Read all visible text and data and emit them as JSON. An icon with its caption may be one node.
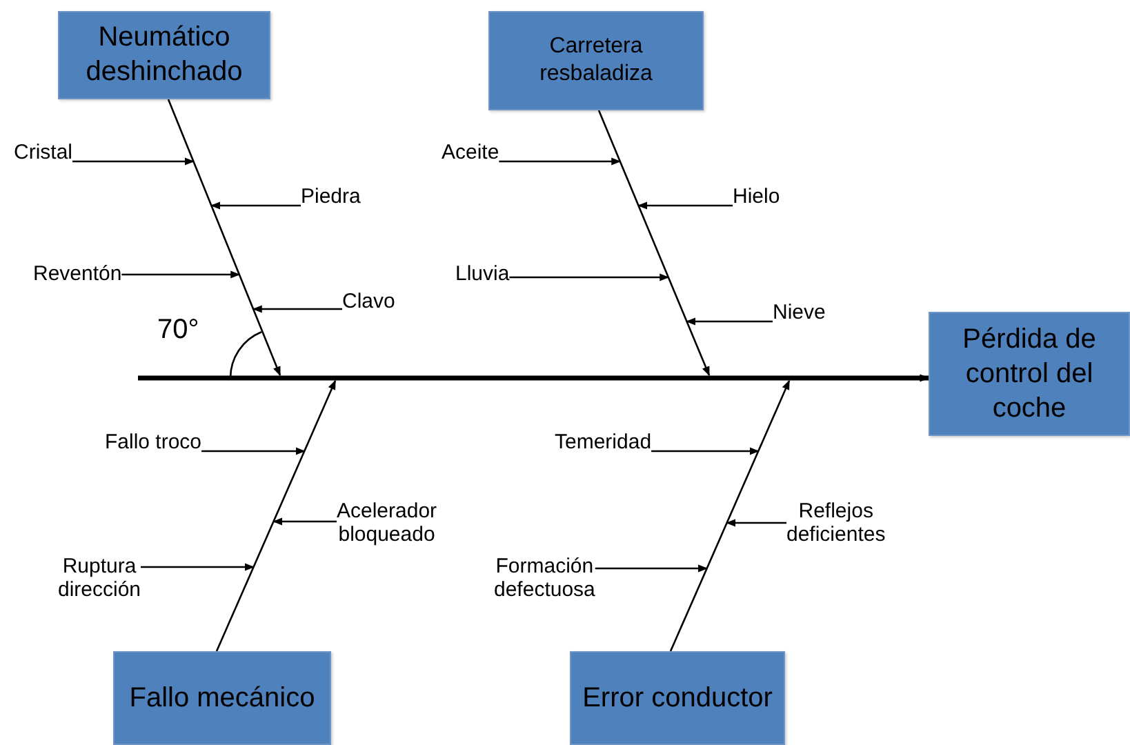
{
  "diagram": {
    "nodes": [
      {
        "text": [
          "Neumático deshinchado"
        ]
      },
      {
        "text": [
          "Carretera resbaladiza"
        ]
      },
      {
        "text": [
          "Pérdida de control del coche"
        ]
      },
      {
        "text": [
          "Fallo mecánico"
        ]
      },
      {
        "text": [
          "Error conductor"
        ]
      },
      {
        "text": [
          "Cristal"
        ]
      },
      {
        "text": [
          "Piedra"
        ]
      },
      {
        "text": [
          "Reventón"
        ]
      },
      {
        "text": [
          "Clavo"
        ]
      },
      {
        "text": [
          "Aceite"
        ]
      },
      {
        "text": [
          "Hielo"
        ]
      },
      {
        "text": [
          "Lluvia"
        ]
      },
      {
        "text": [
          "Nieve"
        ]
      },
      {
        "text": [
          "Fallo troco"
        ]
      },
      {
        "text": [
          "Acelerador bloqueado"
        ]
      },
      {
        "text": [
          "Ruptura dirección"
        ]
      },
      {
        "text": [
          "Temeridad"
        ]
      },
      {
        "text": [
          "Reflejos deficientes"
        ]
      },
      {
        "text": [
          "Formación defectuosa"
        ]
      }
    ],
    "edges": [
      {
        "from": null,
        "to": 2,
        "arrow": "to",
        "style": "thick"
      },
      {
        "from": 0,
        "to": null,
        "arrow": "to"
      },
      {
        "from": 1,
        "to": null,
        "arrow": "to"
      },
      {
        "from": 3,
        "to": null,
        "arrow": "to"
      },
      {
        "from": 4,
        "to": null,
        "arrow": "to"
      },
      {
        "from": 5,
        "to": null,
        "arrow": "to"
      },
      {
        "from": 6,
        "to": null,
        "arrow": "to"
      },
      {
        "from": 7,
        "to": null,
        "arrow": "to"
      },
      {
        "from": 8,
        "to": null,
        "arrow": "to"
      },
      {
        "from": 9,
        "to": null,
        "arrow": "to"
      },
      {
        "from": 10,
        "to": null,
        "arrow": "to"
      },
      {
        "from": 11,
        "to": null,
        "arrow": "to"
      },
      {
        "from": 12,
        "to": null,
        "arrow": "to"
      },
      {
        "from": 13,
        "to": null,
        "arrow": "to"
      },
      {
        "from": 14,
        "to": null,
        "arrow": "to"
      },
      {
        "from": 15,
        "to": null,
        "arrow": "to"
      },
      {
        "from": 16,
        "to": null,
        "arrow": "to"
      },
      {
        "from": 17,
        "to": null,
        "arrow": "to"
      },
      {
        "from": 18,
        "to": null,
        "arrow": "to"
      }
    ],
    "labels": [
      "70°"
    ]
  }
}
